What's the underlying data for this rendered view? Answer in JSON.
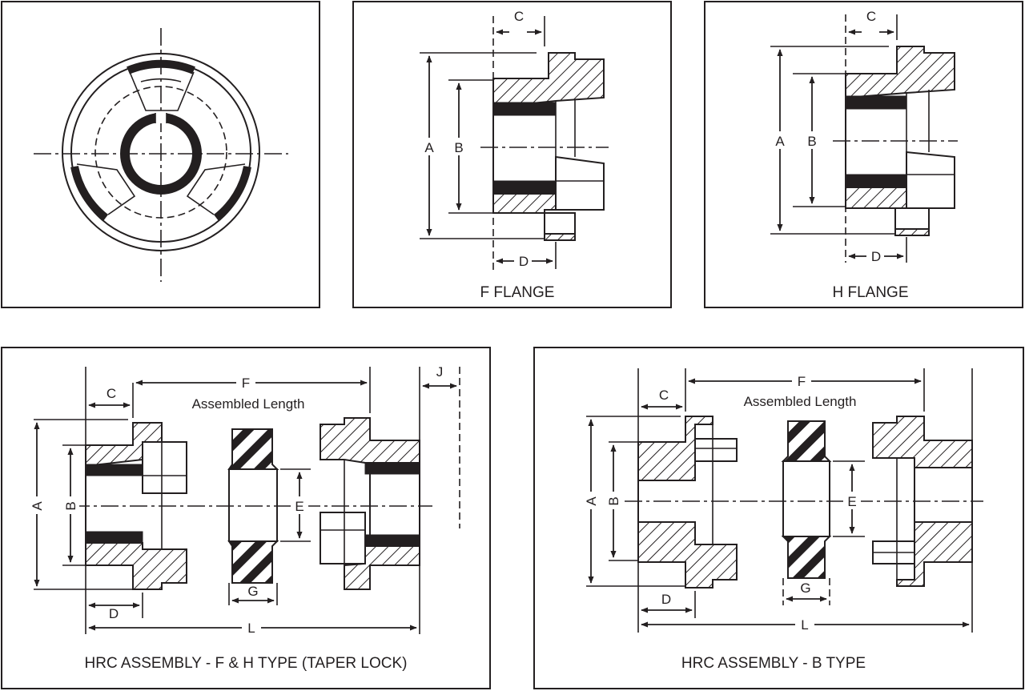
{
  "panels": {
    "front_view": {},
    "f_flange": {
      "caption": "F FLANGE",
      "labels": {
        "a": "A",
        "b": "B",
        "c": "C",
        "d": "D"
      }
    },
    "h_flange": {
      "caption": "H FLANGE",
      "labels": {
        "a": "A",
        "b": "B",
        "c": "C",
        "d": "D"
      }
    },
    "fh_assembly": {
      "caption": "HRC ASSEMBLY -  F & H TYPE (TAPER LOCK)",
      "note": "Assembled Length",
      "labels": {
        "a": "A",
        "b": "B",
        "c": "C",
        "d": "D",
        "e": "E",
        "f": "F",
        "g": "G",
        "j": "J",
        "l": "L"
      }
    },
    "b_assembly": {
      "caption": "HRC ASSEMBLY -  B TYPE",
      "note": "Assembled Length",
      "labels": {
        "a": "A",
        "b": "B",
        "c": "C",
        "d": "D",
        "e": "E",
        "f": "F",
        "g": "G",
        "l": "L"
      }
    }
  },
  "colors": {
    "ink": "#231f20",
    "paper": "#ffffff"
  }
}
